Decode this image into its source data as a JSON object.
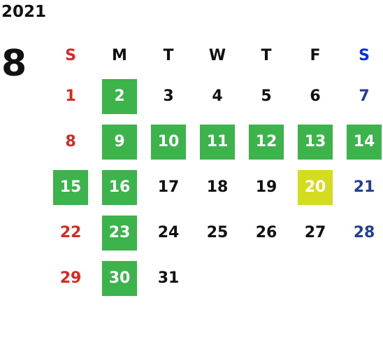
{
  "calendar": {
    "year": "2021",
    "month": "8",
    "weekdays": [
      "S",
      "M",
      "T",
      "W",
      "T",
      "F",
      "S"
    ],
    "weeks": [
      [
        {
          "day": "1",
          "type": "sun"
        },
        {
          "day": "2",
          "type": "holiday"
        },
        {
          "day": "3",
          "type": "normal"
        },
        {
          "day": "4",
          "type": "normal"
        },
        {
          "day": "5",
          "type": "normal"
        },
        {
          "day": "6",
          "type": "normal"
        },
        {
          "day": "7",
          "type": "sat"
        }
      ],
      [
        {
          "day": "8",
          "type": "sun"
        },
        {
          "day": "9",
          "type": "holiday"
        },
        {
          "day": "10",
          "type": "holiday"
        },
        {
          "day": "11",
          "type": "holiday"
        },
        {
          "day": "12",
          "type": "holiday"
        },
        {
          "day": "13",
          "type": "holiday"
        },
        {
          "day": "14",
          "type": "holiday"
        }
      ],
      [
        {
          "day": "15",
          "type": "holiday"
        },
        {
          "day": "16",
          "type": "holiday"
        },
        {
          "day": "17",
          "type": "normal"
        },
        {
          "day": "18",
          "type": "normal"
        },
        {
          "day": "19",
          "type": "normal"
        },
        {
          "day": "20",
          "type": "special"
        },
        {
          "day": "21",
          "type": "sat"
        }
      ],
      [
        {
          "day": "22",
          "type": "sun"
        },
        {
          "day": "23",
          "type": "holiday"
        },
        {
          "day": "24",
          "type": "normal"
        },
        {
          "day": "25",
          "type": "normal"
        },
        {
          "day": "26",
          "type": "normal"
        },
        {
          "day": "27",
          "type": "normal"
        },
        {
          "day": "28",
          "type": "sat"
        }
      ],
      [
        {
          "day": "29",
          "type": "sun"
        },
        {
          "day": "30",
          "type": "holiday"
        },
        {
          "day": "31",
          "type": "normal"
        },
        {
          "day": "",
          "type": "empty"
        },
        {
          "day": "",
          "type": "empty"
        },
        {
          "day": "",
          "type": "empty"
        },
        {
          "day": "",
          "type": "empty"
        }
      ]
    ]
  },
  "colors": {
    "holiday_green": "#3cb44b",
    "special_yellow": "#d4dc20",
    "sunday_red": "#d42a23",
    "saturday_blue": "#223f93",
    "header_saturday_blue": "#0a2ee8",
    "text": "#111111"
  }
}
